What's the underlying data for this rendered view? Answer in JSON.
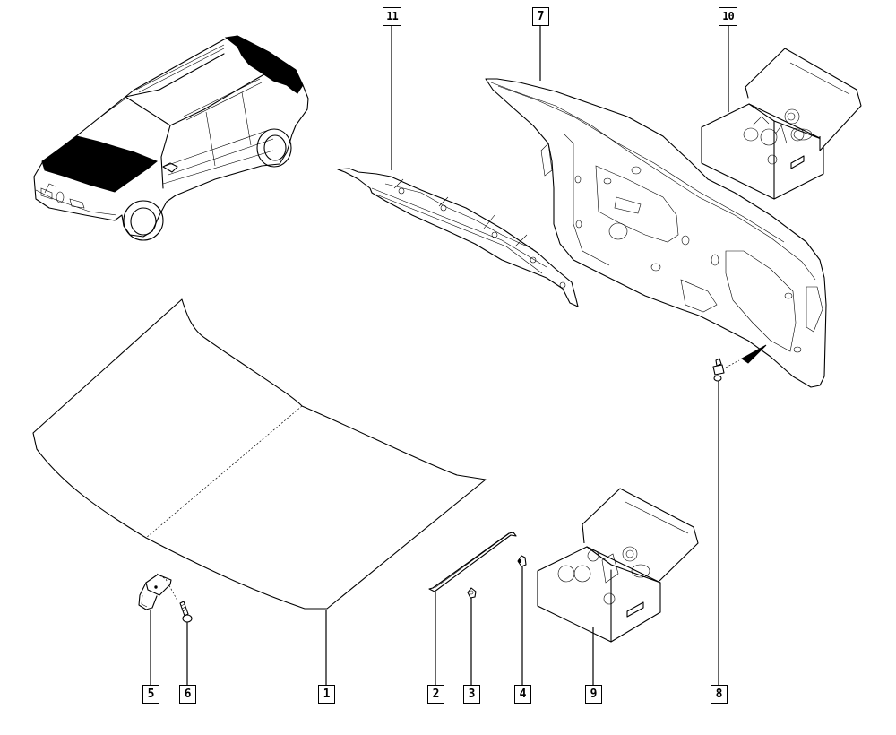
{
  "diagram": {
    "type": "exploded parts diagram",
    "subject": "Bonnet (hood) and tailgate panels with fastener kits",
    "highlight_color": "#000000",
    "line_color": "#000000",
    "background_color": "#ffffff"
  },
  "parts": [
    {
      "ref": "1",
      "name": "bonnet-panel",
      "icon": "hood-icon"
    },
    {
      "ref": "2",
      "name": "bonnet-stay-rod",
      "icon": "rod-icon"
    },
    {
      "ref": "3",
      "name": "clip",
      "icon": "clip-icon"
    },
    {
      "ref": "4",
      "name": "clip",
      "icon": "clip-icon"
    },
    {
      "ref": "5",
      "name": "bracket",
      "icon": "bracket-icon"
    },
    {
      "ref": "6",
      "name": "bolt",
      "icon": "bolt-icon"
    },
    {
      "ref": "7",
      "name": "tailgate-inner-panel",
      "icon": "tailgate-icon"
    },
    {
      "ref": "8",
      "name": "stud-fastener",
      "icon": "stud-icon"
    },
    {
      "ref": "9",
      "name": "fastener-kit-box",
      "icon": "kit-box-icon"
    },
    {
      "ref": "10",
      "name": "fastener-kit-box",
      "icon": "kit-box-icon"
    },
    {
      "ref": "11",
      "name": "tailgate-upper-reinforcement",
      "icon": "reinforcement-icon"
    }
  ],
  "callouts": {
    "c1": "1",
    "c2": "2",
    "c3": "3",
    "c4": "4",
    "c5": "5",
    "c6": "6",
    "c7": "7",
    "c8": "8",
    "c9": "9",
    "c10": "10",
    "c11": "11"
  },
  "locator": {
    "label": "vehicle-locator",
    "highlighted_areas": [
      "bonnet",
      "tailgate"
    ]
  }
}
